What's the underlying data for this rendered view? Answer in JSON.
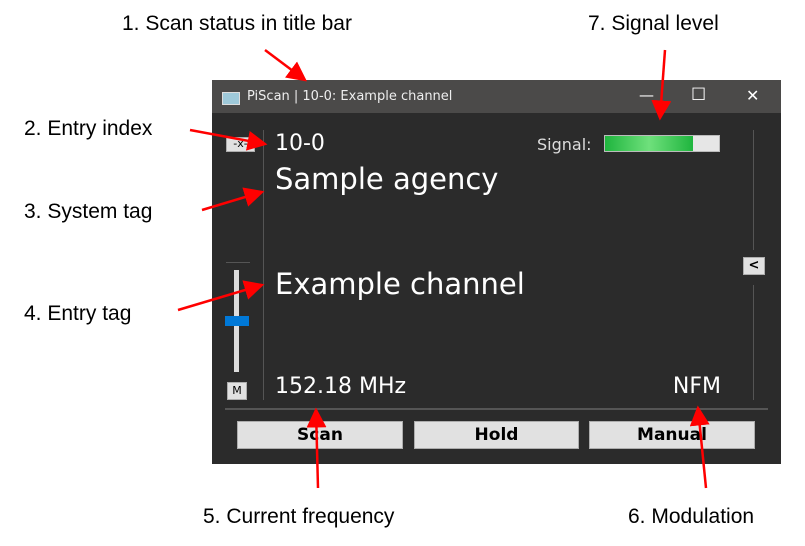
{
  "annotations": [
    {
      "label": "1. Scan status in title bar"
    },
    {
      "label": "2. Entry index"
    },
    {
      "label": "3. System tag"
    },
    {
      "label": "4. Entry tag"
    },
    {
      "label": "5. Current frequency"
    },
    {
      "label": "6. Modulation"
    },
    {
      "label": "7. Signal level"
    }
  ],
  "window": {
    "title": "PiScan | 10-0: Example channel",
    "controls": {
      "minimize": "—",
      "maximize": "☐",
      "close": "✕"
    }
  },
  "display": {
    "entry_index": "10-0",
    "system_tag": "Sample agency",
    "entry_tag": "Example channel",
    "frequency": "152.18 MHz",
    "modulation": "NFM",
    "signal_label": "Signal:",
    "signal_level": 0.77
  },
  "side": {
    "squelch_button": "-x-",
    "mute_button": "M",
    "collapse_button": "<",
    "volume_level": 0.5
  },
  "buttons": {
    "scan": "Scan",
    "hold": "Hold",
    "manual": "Manual"
  },
  "colors": {
    "annotation": "#ff0000",
    "signal": "#22c04a",
    "slider_thumb": "#0078d7"
  }
}
